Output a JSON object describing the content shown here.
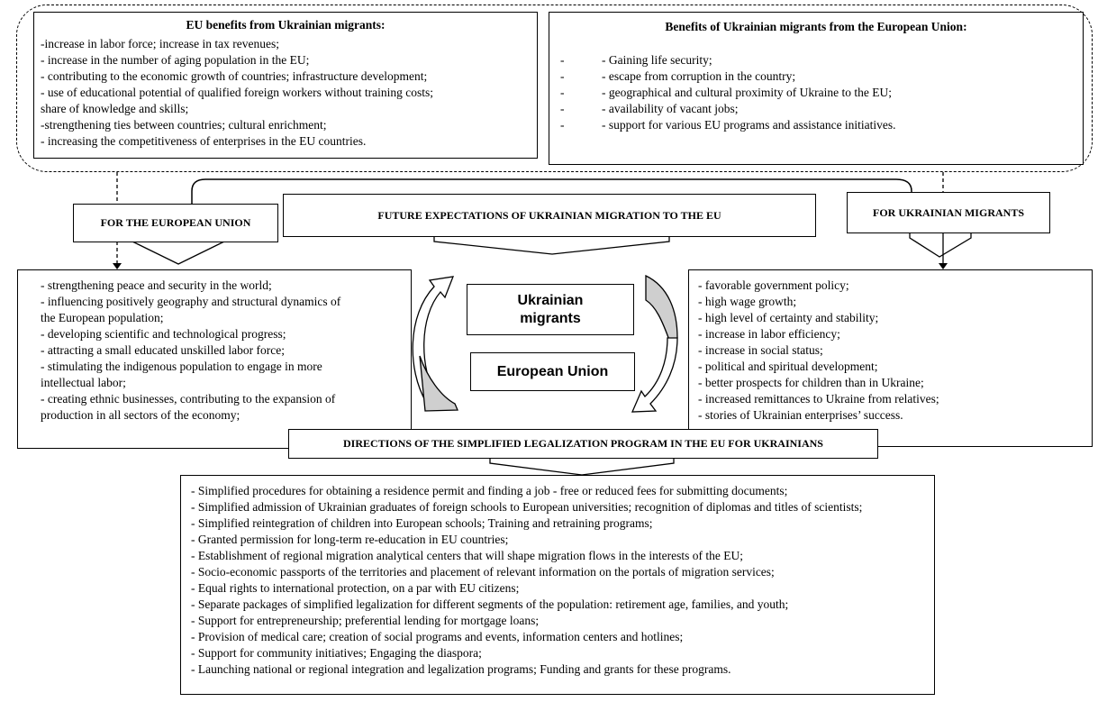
{
  "top_left": {
    "title": "EU benefits from Ukrainian migrants:",
    "items": [
      "-increase in labor force; increase in tax revenues;",
      "- increase in the number of aging population in the EU;",
      "- contributing to the economic growth of countries; infrastructure development;",
      "- use of educational potential of qualified foreign workers without training costs;",
      "share of knowledge and skills;",
      "-strengthening ties between countries; cultural enrichment;",
      "- increasing the competitiveness of enterprises in the EU countries."
    ]
  },
  "top_right": {
    "title": "Benefits of Ukrainian migrants from the European Union:",
    "items": [
      {
        "dash": "-",
        "text": "- Gaining life security;"
      },
      {
        "dash": "-",
        "text": "- escape from corruption in the country;"
      },
      {
        "dash": "-",
        "text": "- geographical and cultural proximity of Ukraine to the EU;"
      },
      {
        "dash": "-",
        "text": "- availability  of vacant jobs;"
      },
      {
        "dash": "-",
        "text": "- support for various EU programs and assistance initiatives."
      }
    ]
  },
  "labels": {
    "for_eu": "FOR THE  EUROPEAN UNION",
    "future": "FUTURE EXPECTATIONS  OF UKRAINIAN  MIGRATION TO THE EU",
    "for_migrants": "FOR UKRAINIAN  MIGRANTS",
    "directions": "DIRECTIONS  OF THE SIMPLIFIED LEGALIZATION  PROGRAM IN THE EU FOR UKRAINIANS"
  },
  "center": {
    "migrants_line1": "Ukrainian",
    "migrants_line2": "migrants",
    "eu": "European Union"
  },
  "mid_left": {
    "items": [
      "- strengthening  peace and security in the world;",
      "- influencing positively geography and structural dynamics of",
      "the European population;",
      "- developing scientific and technological progress;",
      "- attracting a small educated unskilled labor force;",
      "- stimulating the indigenous population to engage in more",
      "intellectual labor;",
      "- creating ethnic businesses, contributing to the expansion of",
      "production in all  sectors of the economy;"
    ]
  },
  "mid_right": {
    "items": [
      "- favorable government  policy;",
      "- high wage growth;",
      "- high level  of certainty and stability;",
      "- increase in labor efficiency;",
      "- increase in social status;",
      "- political and spiritual development;",
      "- better prospects for children than in Ukraine;",
      "- increased remittances to Ukraine  from relatives;",
      "- stories of Ukrainian  enterprises’ success."
    ]
  },
  "bottom": {
    "items": [
      "- Simplified  procedures for obtaining  a residence permit and finding a job - free or reduced fees for submitting documents;",
      "- Simplified  admission of Ukrainian graduates of foreign schools to European universities;  recognition of diplomas and titles of scientists;",
      "- Simplified reintegration of children into European schools; Training and retraining  programs;",
      "- Granted permission for long-term  re-education in EU countries;",
      "- Establishment of regional migration analytical centers that will  shape migration  flows in the interests of the EU;",
      "- Socio-economic passports of the territories and placement of relevant information on the portals of migration services;",
      "- Equal rights to international protection, on a par with EU citizens;",
      "- Separate packages of simplified  legalization  for different segments of the population:  retirement age,  families,  and youth;",
      "- Support for entrepreneurship;  preferential lending for mortgage loans;",
      "- Provision of medical care; creation of social programs and events,  information centers and hotlines;",
      "- Support for community initiatives;  Engaging  the diaspora;",
      "- Launching national or regional integration and legalization  programs; Funding and grants for these programs."
    ]
  }
}
